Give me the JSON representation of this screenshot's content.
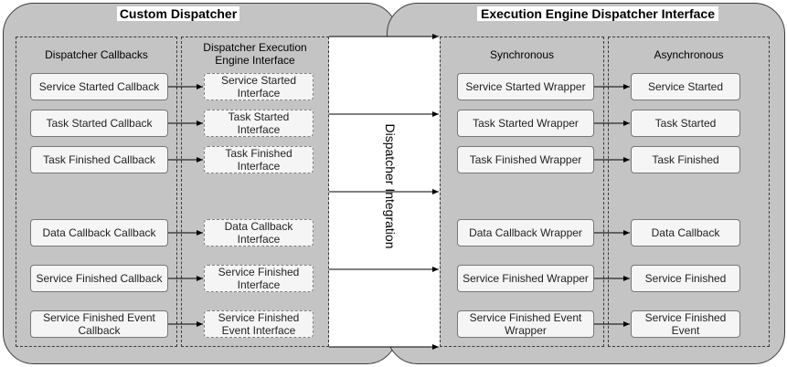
{
  "custom_dispatcher": {
    "title": "Custom Dispatcher",
    "callbacks_panel": {
      "title": "Dispatcher Callbacks",
      "items": [
        "Service Started Callback",
        "Task Started Callback",
        "Task Finished Callback",
        "Data Callback Callback",
        "Service Finished Callback",
        "Service Finished Event Callback"
      ]
    },
    "interface_panel": {
      "title": "Dispatcher Execution Engine Interface",
      "items": [
        "Service Started Interface",
        "Task Started Interface",
        "Task Finished Interface",
        "Data Callback Interface",
        "Service Finished Interface",
        "Service Finished Event Interface"
      ]
    }
  },
  "integration_label": "Dispatcher Integration",
  "engine_interface": {
    "title": "Execution Engine Dispatcher Interface",
    "synchronous_panel": {
      "title": "Synchronous",
      "items": [
        "Service Started Wrapper",
        "Task Started Wrapper",
        "Task Finished Wrapper",
        "Data Callback Wrapper",
        "Service Finished Wrapper",
        "Service Finished Event Wrapper"
      ]
    },
    "asynchronous_panel": {
      "title": "Asynchronous",
      "items": [
        "Service Started",
        "Task Started",
        "Task Finished",
        "Data Callback",
        "Service Finished",
        "Service Finished Event"
      ]
    }
  }
}
